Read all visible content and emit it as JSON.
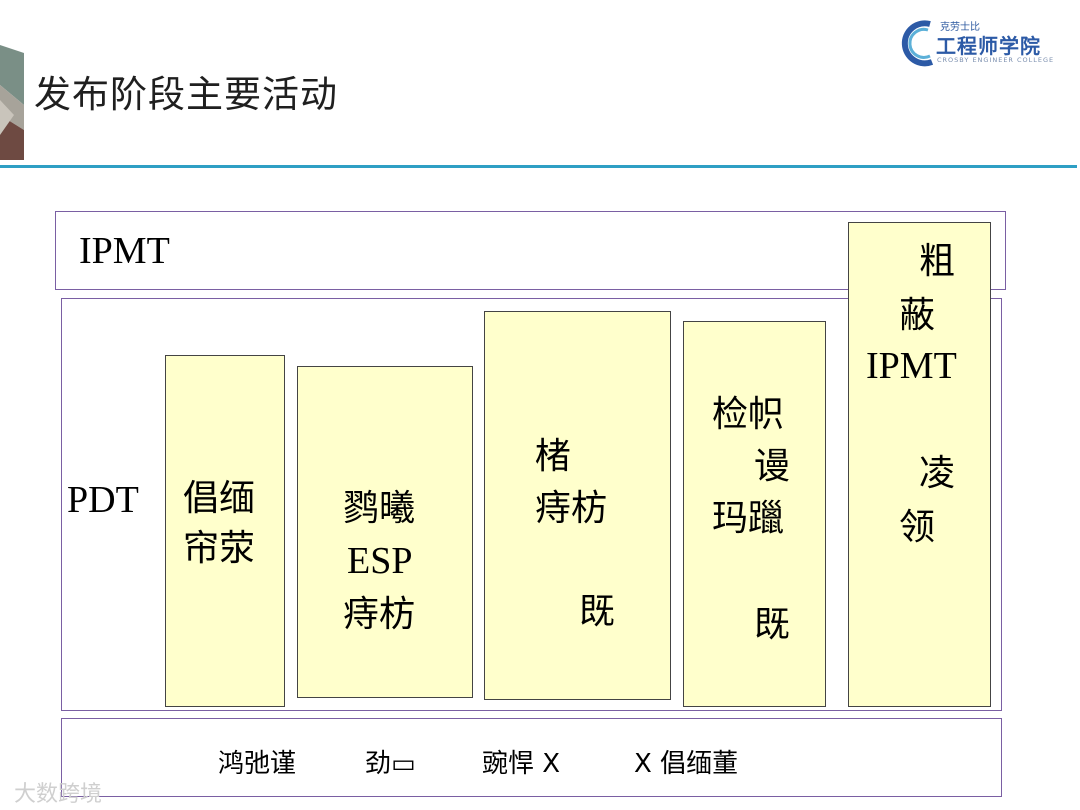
{
  "header": {
    "title": "发布阶段主要活动",
    "logo_small": "克劳士比",
    "logo_main": "工程师学院",
    "logo_sub": "CROSBY ENGINEER COLLEGE"
  },
  "diagram": {
    "ipmt_label": "IPMT",
    "pdt_label": "PDT",
    "stages": [
      {
        "lines": [
          "倡缅",
          "帘荥"
        ]
      },
      {
        "lines": [
          "鹨曦",
          "ESP",
          "痔枋"
        ]
      },
      {
        "lines": [
          "楮",
          "痔枋",
          "既"
        ]
      },
      {
        "lines": [
          "检帜",
          "谩",
          "玛躐",
          "既"
        ]
      },
      {
        "lines": [
          "粗",
          "蔽",
          "IPMT",
          "凌",
          "领"
        ]
      }
    ],
    "bottom_items": [
      "鸿弛谨",
      "劲▭",
      "豌悍 X",
      "X 倡缅董"
    ]
  },
  "watermark": "大数跨境"
}
